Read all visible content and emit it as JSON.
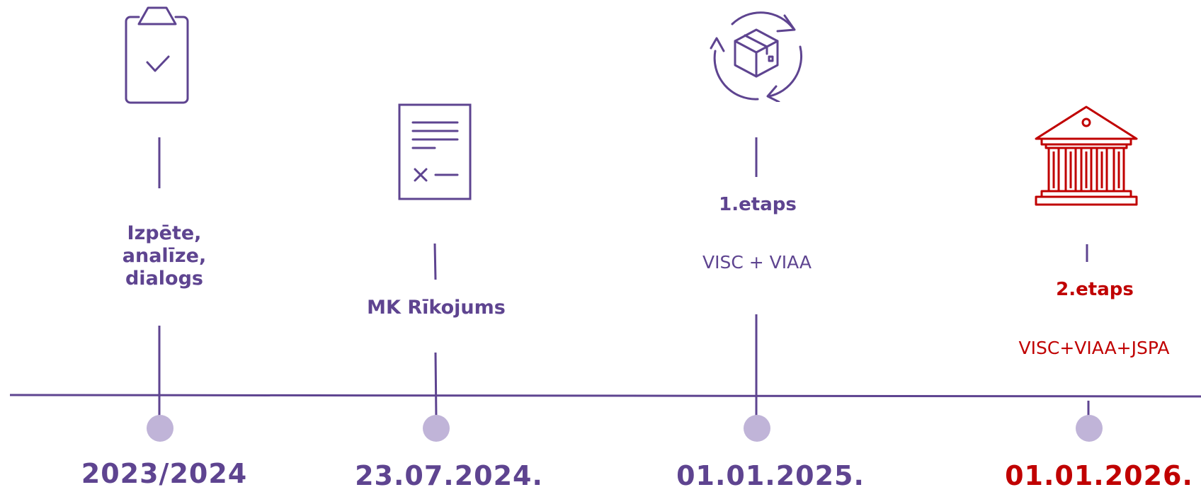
{
  "colors": {
    "purple": "#5e4490",
    "red": "#c00000",
    "dot": "#c0b4d8"
  },
  "milestones": [
    {
      "icon": "clipboard-check-icon",
      "title_lines": [
        "Izpēte,",
        "analīze,",
        "dialogs"
      ],
      "date": "2023/2024"
    },
    {
      "icon": "document-sign-icon",
      "title": "MK Rīkojums",
      "date": "23.07.2024."
    },
    {
      "icon": "box-cycle-icon",
      "stage": "1.etaps",
      "participants": "VISC + VIAA",
      "date": "01.01.2025."
    },
    {
      "icon": "institution-building-icon",
      "stage": "2.etaps",
      "participants": "VISC+VIAA+JSPA",
      "date": "01.01.2026."
    }
  ]
}
